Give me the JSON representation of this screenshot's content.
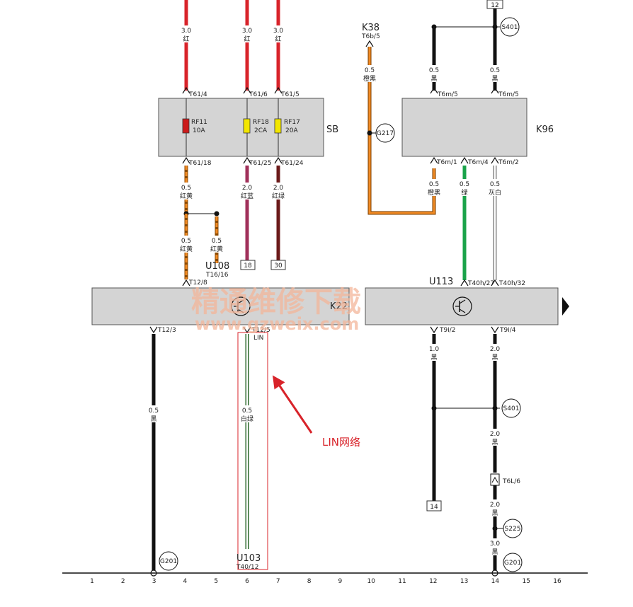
{
  "modules": {
    "sb": "SB",
    "k96": "K96",
    "k38": "K38",
    "k38_pin": "T6b/5",
    "u108": "U108",
    "u108_pin": "T16/16",
    "k22": "K22",
    "u113": "U113",
    "u103": "U103",
    "u103_pin": "T40/12"
  },
  "fuses": [
    {
      "name": "RF11",
      "rating": "10A"
    },
    {
      "name": "RF18",
      "rating": "2CA"
    },
    {
      "name": "RF17",
      "rating": "20A"
    }
  ],
  "pins": {
    "sb_top": [
      "T61/4",
      "T61/6",
      "T61/5"
    ],
    "sb_bottom": [
      "T61/18",
      "T61/25",
      "T61/24"
    ],
    "k96_top": [
      "T6m/5",
      "T6m/5"
    ],
    "k96_bottom": [
      "T6m/1",
      "T6m/4",
      "T6m/2"
    ],
    "k22_top": "T12/8",
    "k22_bottom": [
      "T12/3",
      "T12/5"
    ],
    "u113_top": [
      "T40h/27",
      "T40h/32"
    ],
    "u113_bottom": [
      "T9i/2",
      "T9i/4"
    ],
    "connector_t6l": "T6L/6",
    "lin": "LIN"
  },
  "wires": {
    "top_red": [
      {
        "gauge": "3.0",
        "color": "红"
      },
      {
        "gauge": "3.0",
        "color": "红"
      },
      {
        "gauge": "3.0",
        "color": "红"
      }
    ],
    "k38_out": {
      "gauge": "0.5",
      "color": "橙黑"
    },
    "k96_in": [
      {
        "gauge": "0.5",
        "color": "黑"
      },
      {
        "gauge": "0.5",
        "color": "黑"
      }
    ],
    "sb_out": [
      {
        "gauge": "0.5",
        "color": "红黄"
      },
      {
        "gauge": "2.0",
        "color": "红蓝"
      },
      {
        "gauge": "2.0",
        "color": "红绿"
      }
    ],
    "k96_out": [
      {
        "gauge": "0.5",
        "color": "橙黑"
      },
      {
        "gauge": "0.5",
        "color": "绿"
      },
      {
        "gauge": "0.5",
        "color": "灰白"
      }
    ],
    "split": [
      {
        "gauge": "0.5",
        "color": "红黄"
      },
      {
        "gauge": "0.5",
        "color": "红黄"
      }
    ],
    "k22_ground": {
      "gauge": "0.5",
      "color": "黑"
    },
    "lin_wire": {
      "gauge": "0.5",
      "color": "白绿"
    },
    "u113_left": {
      "gauge": "1.0",
      "color": "黑"
    },
    "u113_right": [
      {
        "gauge": "2.0",
        "color": "黑"
      },
      {
        "gauge": "2.0",
        "color": "黑"
      },
      {
        "gauge": "2.0",
        "color": "黑"
      },
      {
        "gauge": "3.0",
        "color": "黑"
      }
    ]
  },
  "refs": {
    "top_box": "12",
    "box_18": "18",
    "box_30": "30",
    "box_14": "14"
  },
  "grounds": {
    "s401_top": "S401",
    "g217": "G217",
    "s401_mid": "S401",
    "s225": "S225",
    "g201_left": "G201",
    "g201_right": "G201"
  },
  "annotation": "LIN网络",
  "watermark": {
    "line1": "精通维修下载",
    "line2": "www.gzweix.com"
  },
  "ruler": [
    "1",
    "2",
    "3",
    "4",
    "5",
    "6",
    "7",
    "8",
    "9",
    "10",
    "11",
    "12",
    "13",
    "14",
    "15",
    "16"
  ],
  "colors": {
    "red": "#d8232a",
    "orange": "#f08a24",
    "dark_red": "#8b1c22",
    "magenta": "#a0305a",
    "green": "#1aa34a",
    "black": "#111111",
    "fuse_red": "#cc1a1a",
    "fuse_yellow": "#f2e600",
    "box_gray": "#d4d4d4"
  },
  "icons": {
    "transistor": "transistor-icon",
    "arrow": "right-arrow-icon"
  }
}
